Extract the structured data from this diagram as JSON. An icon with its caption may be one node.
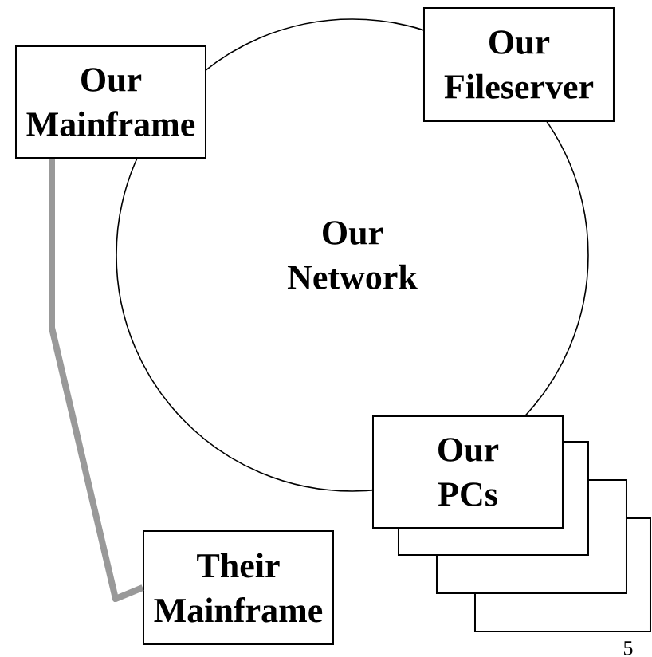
{
  "diagram": {
    "nodes": [
      {
        "text": [
          "Our Network"
        ]
      },
      {
        "text": [
          "Our Mainframe"
        ]
      },
      {
        "text": [
          "Our Fileserver"
        ]
      },
      {
        "text": [
          "Our PCs"
        ]
      },
      {
        "text": [],
        "shape": "box"
      },
      {
        "text": [],
        "shape": "box"
      },
      {
        "text": [],
        "shape": "box"
      },
      {
        "text": [
          "Their Mainframe"
        ]
      }
    ],
    "edges": [
      {
        "from": 1,
        "to": 7,
        "arrow": "none",
        "color": "#999999"
      }
    ],
    "labels": [
      "5"
    ]
  }
}
